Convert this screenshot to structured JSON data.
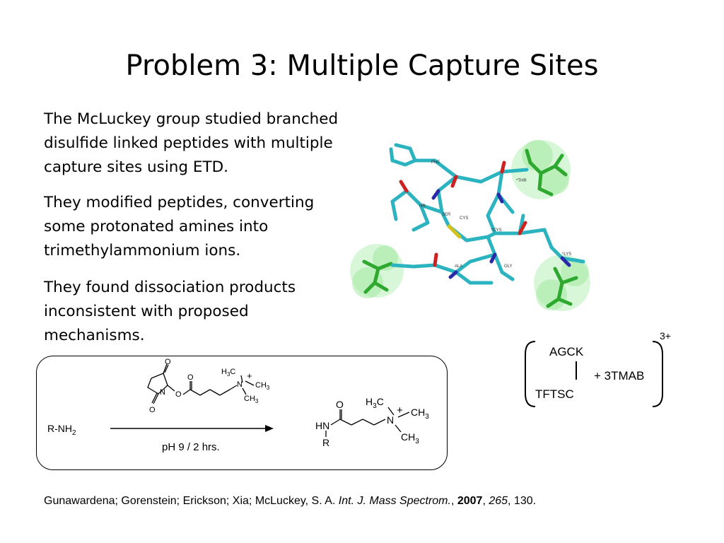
{
  "title": "Problem 3: Multiple Capture Sites",
  "paragraphs": {
    "p1": [
      "The McLuckey group studied branched",
      "disulfide linked peptides with multiple",
      "capture sites using ETD."
    ],
    "p2": [
      "They modified peptides, converting",
      "some protonated amines into",
      "trimethylammonium  ions."
    ],
    "p3": [
      "They found dissociation products",
      "inconsistent with proposed",
      "mechanisms."
    ]
  },
  "molecule_labels": [
    "PHE",
    "*THR",
    "HR",
    "SER",
    "CYS",
    "*CYS",
    "ALA",
    "GLY",
    "*LYS"
  ],
  "peptide_box": {
    "top": "AGCK",
    "bottom": "TFTSC",
    "reagent": "+ 3TMAB",
    "charge": "3+"
  },
  "scheme": {
    "reactant": "R-NH",
    "reactant_sub": "2",
    "conditions": "pH 9  /  2 hrs.",
    "reagent_atoms": {
      "O": "O",
      "N": "N",
      "H3C": "H",
      "sub3": "3",
      "C": "C",
      "CH3": "CH",
      "plus": "+"
    },
    "product_atoms": {
      "O": "O",
      "HN": "HN",
      "R": "R",
      "N": "N",
      "H": "H",
      "C": "C",
      "CH": "CH",
      "sub3": "3",
      "plus": "+"
    }
  },
  "citation": {
    "authors": "Gunawardena; Gorenstein; Erickson; Xia; McLuckey, S. A. ",
    "journal": "Int. J. Mass Spectrom.",
    "sep1": ", ",
    "year": "2007",
    "sep2": ", ",
    "volume": "265",
    "pages": ", 130."
  },
  "colors": {
    "stick": "#2bb3c0",
    "nitrogen": "#2a2aa8",
    "oxygen": "#cc2222",
    "sulfur": "#d4c21a",
    "capture_site": "#33cc33"
  }
}
